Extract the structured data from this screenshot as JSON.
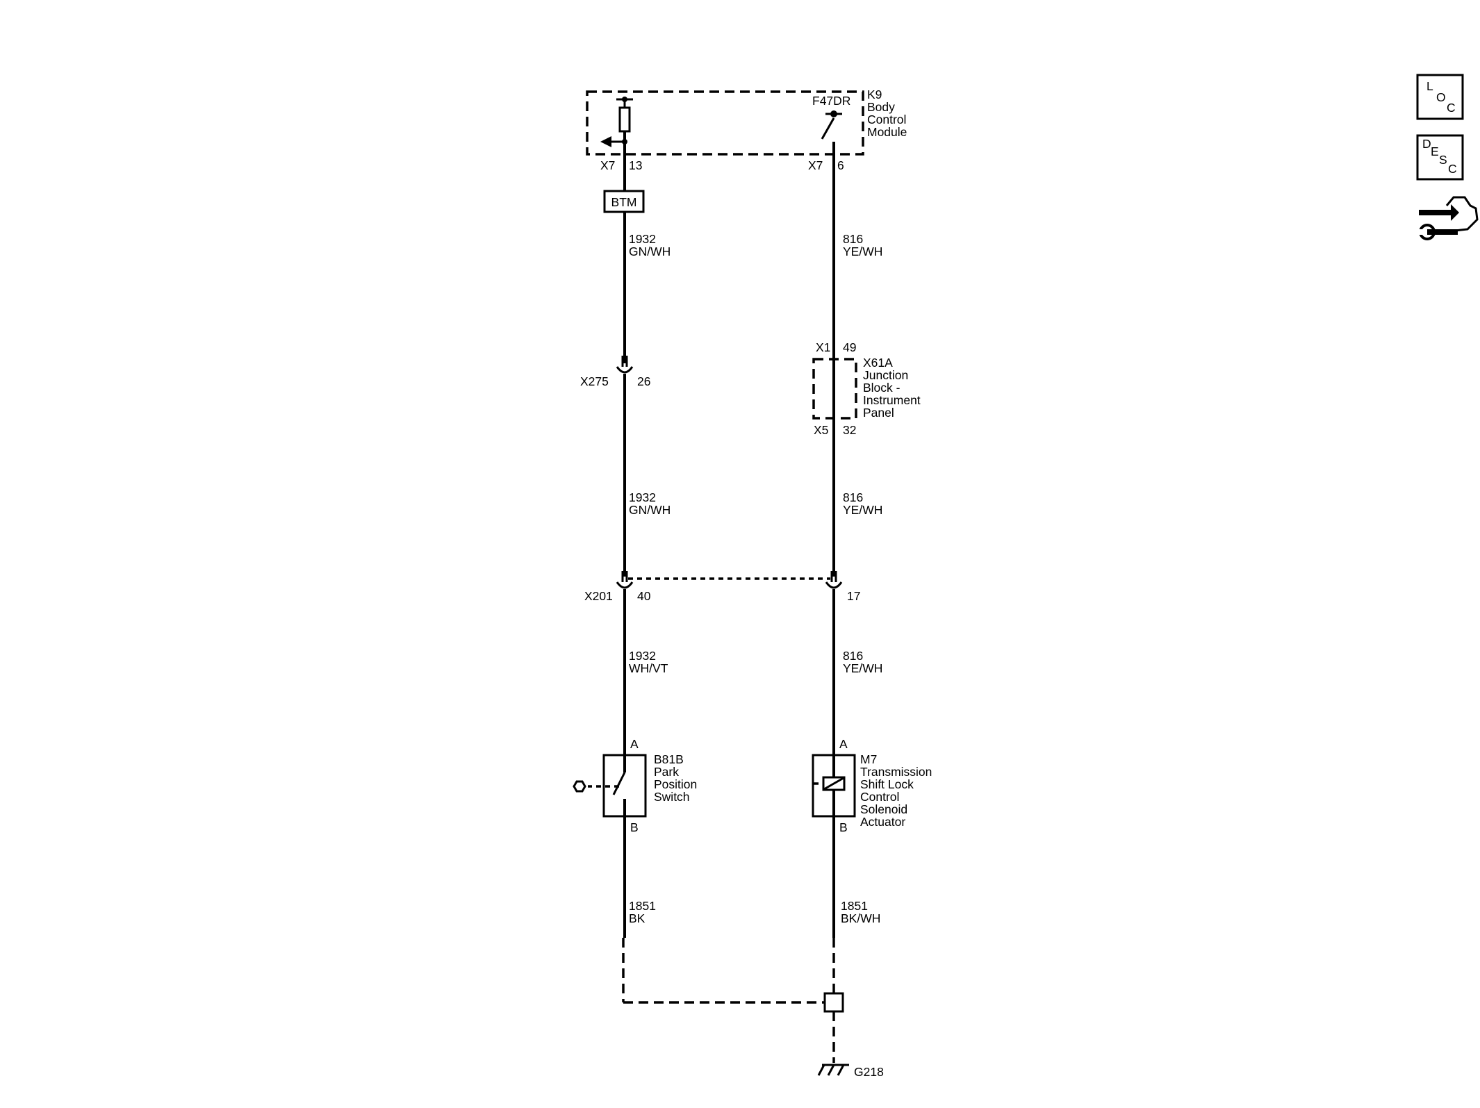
{
  "module": {
    "k9_label": [
      "K9",
      "Body",
      "Control",
      "Module"
    ],
    "f47dr": "F47DR",
    "pin_left_conn": "X7",
    "pin_left_num": "13",
    "pin_right_conn": "X7",
    "pin_right_num": "6"
  },
  "btm_label": "BTM",
  "wires": {
    "w1_num": "1932",
    "w1_color": "GN/WH",
    "w2_num": "816",
    "w2_color": "YE/WH",
    "w3_num": "1932",
    "w3_color": "GN/WH",
    "w4_num": "816",
    "w4_color": "YE/WH",
    "w5_num": "1932",
    "w5_color": "WH/VT",
    "w6_num": "816",
    "w6_color": "YE/WH",
    "w7_num": "1851",
    "w7_color": "BK",
    "w8_num": "1851",
    "w8_color": "BK/WH"
  },
  "x275": {
    "name": "X275",
    "pin": "26"
  },
  "junction": {
    "top_conn": "X1",
    "top_pin": "49",
    "bottom_conn": "X5",
    "bottom_pin": "32",
    "label": [
      "X61A",
      "Junction",
      "Block -",
      "Instrument",
      "Panel"
    ]
  },
  "x201": {
    "name": "X201",
    "pin_left": "40",
    "pin_right": "17"
  },
  "switch": {
    "pin_a": "A",
    "pin_b": "B",
    "label": [
      "B81B",
      "Park",
      "Position",
      "Switch"
    ]
  },
  "solenoid": {
    "pin_a": "A",
    "pin_b": "B",
    "label": [
      "M7",
      "Transmission",
      "Shift Lock",
      "Control",
      "Solenoid",
      "Actuator"
    ]
  },
  "ground": "G218",
  "side_icons": {
    "loc": [
      "L",
      "O",
      "C"
    ],
    "desc": [
      "D",
      "E",
      "S",
      "C"
    ]
  }
}
